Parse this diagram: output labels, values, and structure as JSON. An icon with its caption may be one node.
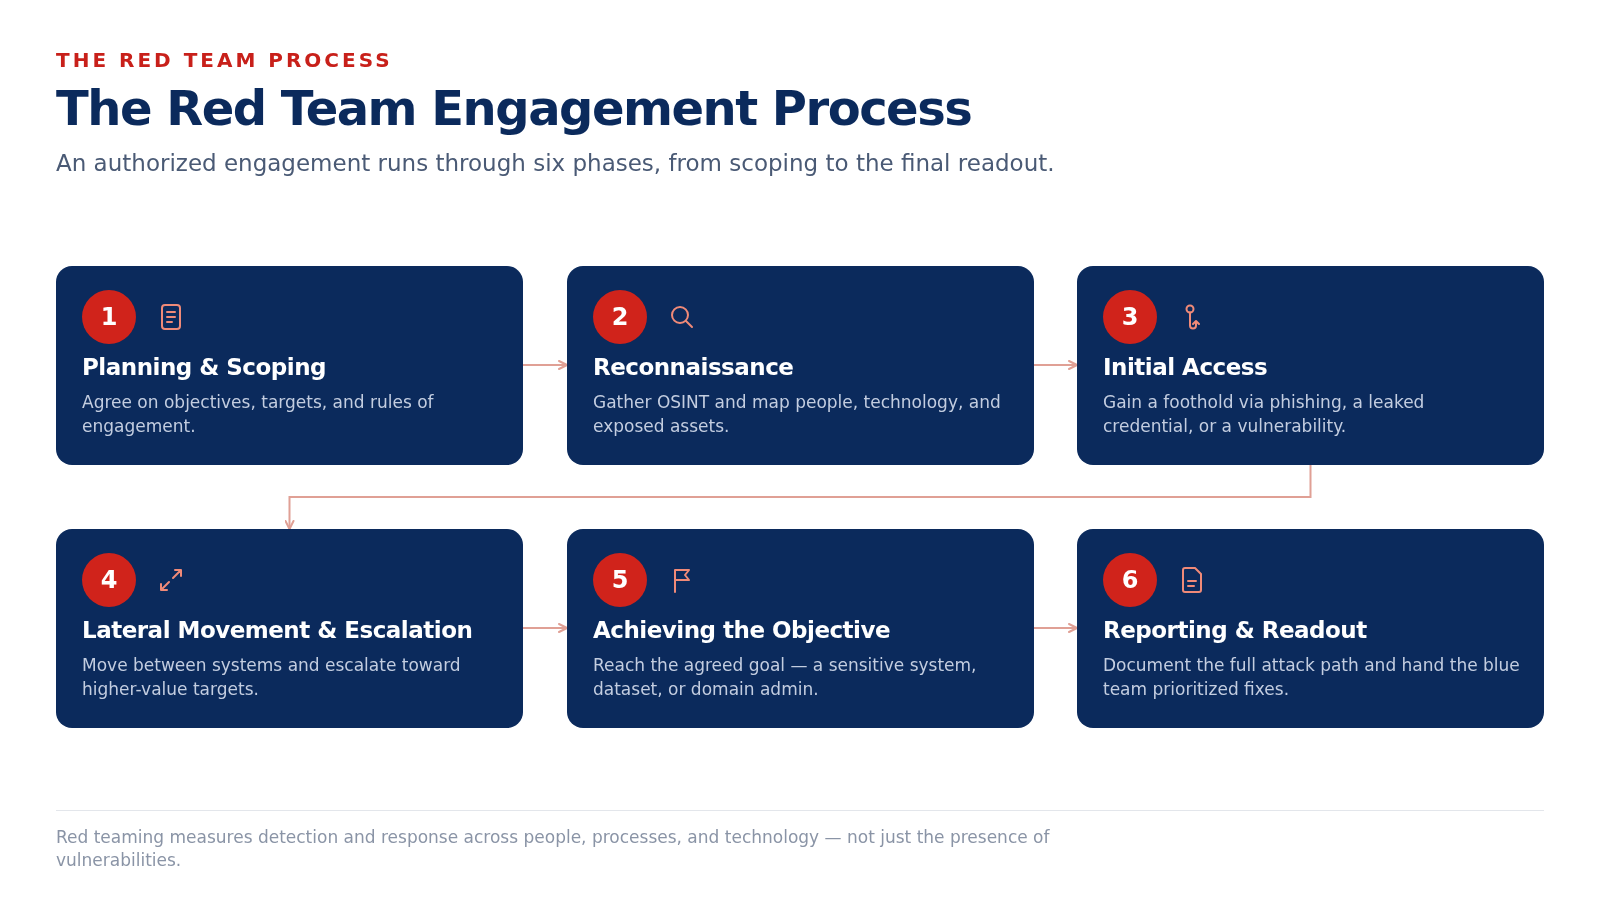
{
  "diagram": {
    "title": "The Red Team Engagement Process",
    "nodes": [
      {
        "text": [
          "1",
          "Planning & Scoping",
          "Agree on objectives, targets, and rules of engagement."
        ]
      },
      {
        "text": [
          "2",
          "Reconnaissance",
          "Gather OSINT and map people, technology, and exposed assets."
        ]
      },
      {
        "text": [
          "3",
          "Initial Access",
          "Gain a foothold via phishing, a leaked credential, or a vulnerability."
        ]
      },
      {
        "text": [
          "4",
          "Lateral Movement & Escalation",
          "Move between systems and escalate toward higher-value targets."
        ]
      },
      {
        "text": [
          "5",
          "Achieving the Objective",
          "Reach the agreed goal — a sensitive system, dataset, or domain admin."
        ]
      },
      {
        "text": [
          "6",
          "Reporting & Readout",
          "Document the full attack path and hand the blue team prioritized fixes."
        ]
      }
    ],
    "edges": [
      {
        "from": 0,
        "to": 1,
        "arrow": "to"
      },
      {
        "from": 1,
        "to": 2,
        "arrow": "to"
      },
      {
        "from": 2,
        "to": 3,
        "arrow": "to"
      },
      {
        "from": 3,
        "to": 4,
        "arrow": "to"
      },
      {
        "from": 4,
        "to": 5,
        "arrow": "to"
      }
    ],
    "labels": [
      "THE RED TEAM PROCESS",
      "An authorized engagement runs through six phases, from scoping to the final readout.",
      "Red teaming measures detection and response across people, processes, and technology — not just the presence of vulnerabilities."
    ]
  }
}
